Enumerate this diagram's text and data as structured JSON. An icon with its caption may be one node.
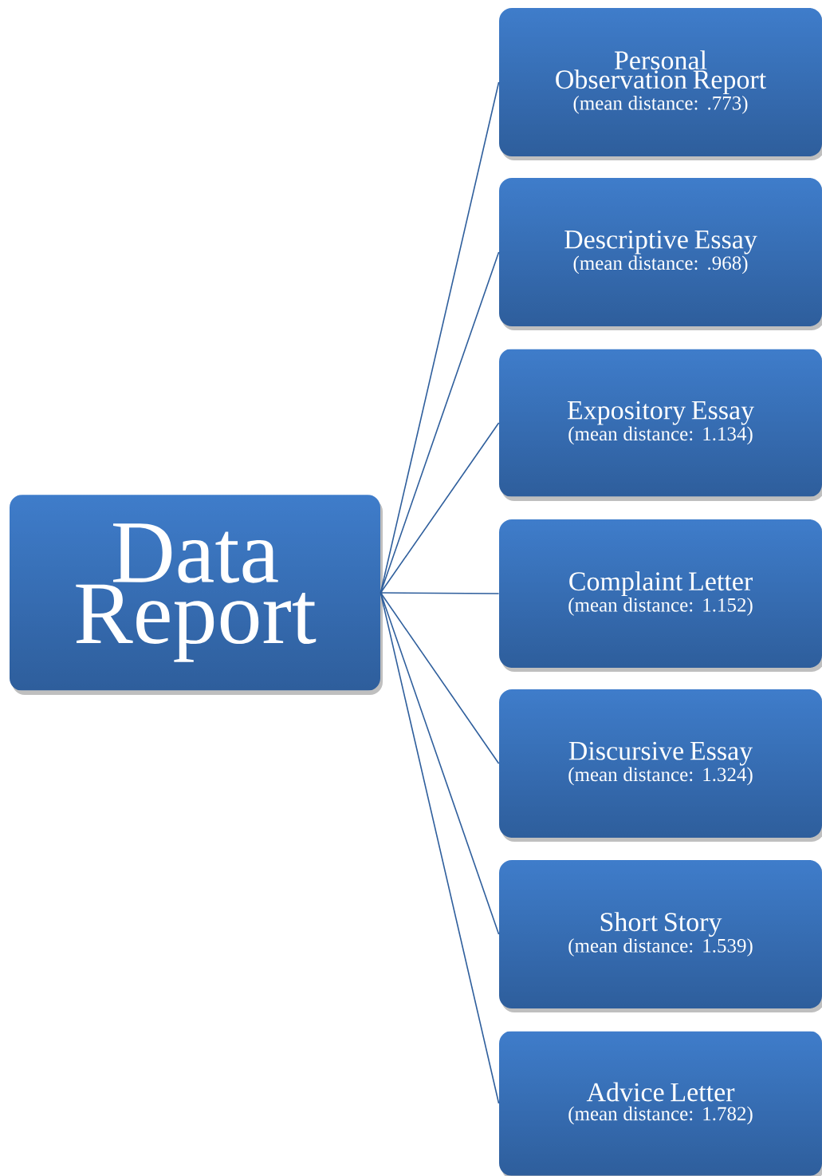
{
  "diagram": {
    "nodes": [
      {
        "text": [
          "Data Report"
        ]
      },
      {
        "text": [
          "Personal Observation Report",
          "(mean distance: .773)"
        ]
      },
      {
        "text": [
          "Descriptive Essay",
          "(mean distance: .968)"
        ]
      },
      {
        "text": [
          "Expository Essay",
          "(mean distance: 1.134)"
        ]
      },
      {
        "text": [
          "Complaint Letter",
          "(mean distance: 1.152)"
        ]
      },
      {
        "text": [
          "Discursive Essay",
          "(mean distance: 1.324)"
        ]
      },
      {
        "text": [
          "Short Story",
          "(mean distance: 1.539)"
        ]
      },
      {
        "text": [
          "Advice Letter",
          "(mean distance: 1.782)"
        ]
      }
    ],
    "edges": [
      {
        "from": 0,
        "to": 1,
        "arrow": "none"
      },
      {
        "from": 0,
        "to": 2,
        "arrow": "none"
      },
      {
        "from": 0,
        "to": 3,
        "arrow": "none"
      },
      {
        "from": 0,
        "to": 4,
        "arrow": "none"
      },
      {
        "from": 0,
        "to": 5,
        "arrow": "none"
      },
      {
        "from": 0,
        "to": 6,
        "arrow": "none"
      },
      {
        "from": 0,
        "to": 7,
        "arrow": "none"
      }
    ]
  }
}
